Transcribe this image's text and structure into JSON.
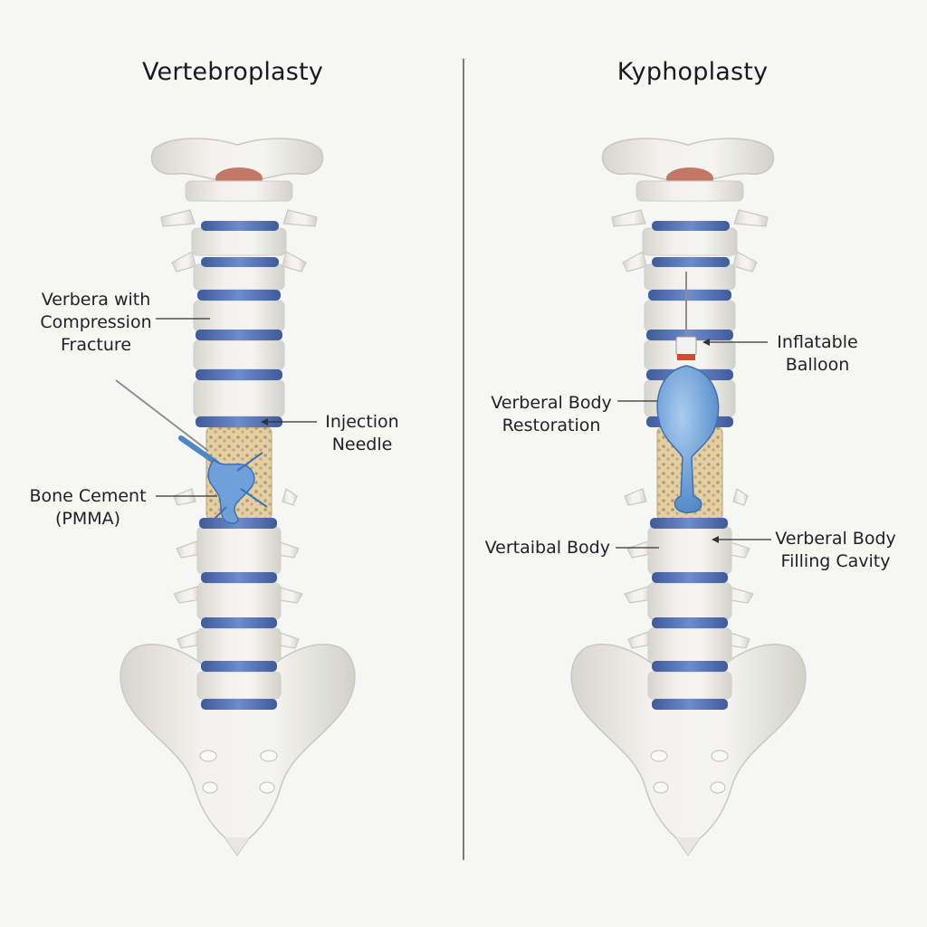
{
  "left_panel": {
    "title": "Vertebroplasty",
    "labels": {
      "fracture": [
        "Verbera with",
        "Compression",
        "Fracture"
      ],
      "needle": [
        "Injection",
        "Needle"
      ],
      "cement": [
        "Bone Cement",
        "(PMMA)"
      ]
    }
  },
  "right_panel": {
    "title": "Kyphoplasty",
    "labels": {
      "balloon": [
        "Inflatable",
        "Balloon"
      ],
      "restoration": [
        "Verberal Body",
        "Restoration"
      ],
      "body": [
        "Vertaibal Body"
      ],
      "cavity": [
        "Verberal Body",
        "Filling Cavity"
      ]
    }
  },
  "colors": {
    "bone": "#ecebe6",
    "disc": "#5b78b8",
    "cement": "#6fa0dc",
    "balloon": "#7aaee0",
    "cancellous": "#d8c39a",
    "cord": "#c27864",
    "divider": "#555555"
  }
}
